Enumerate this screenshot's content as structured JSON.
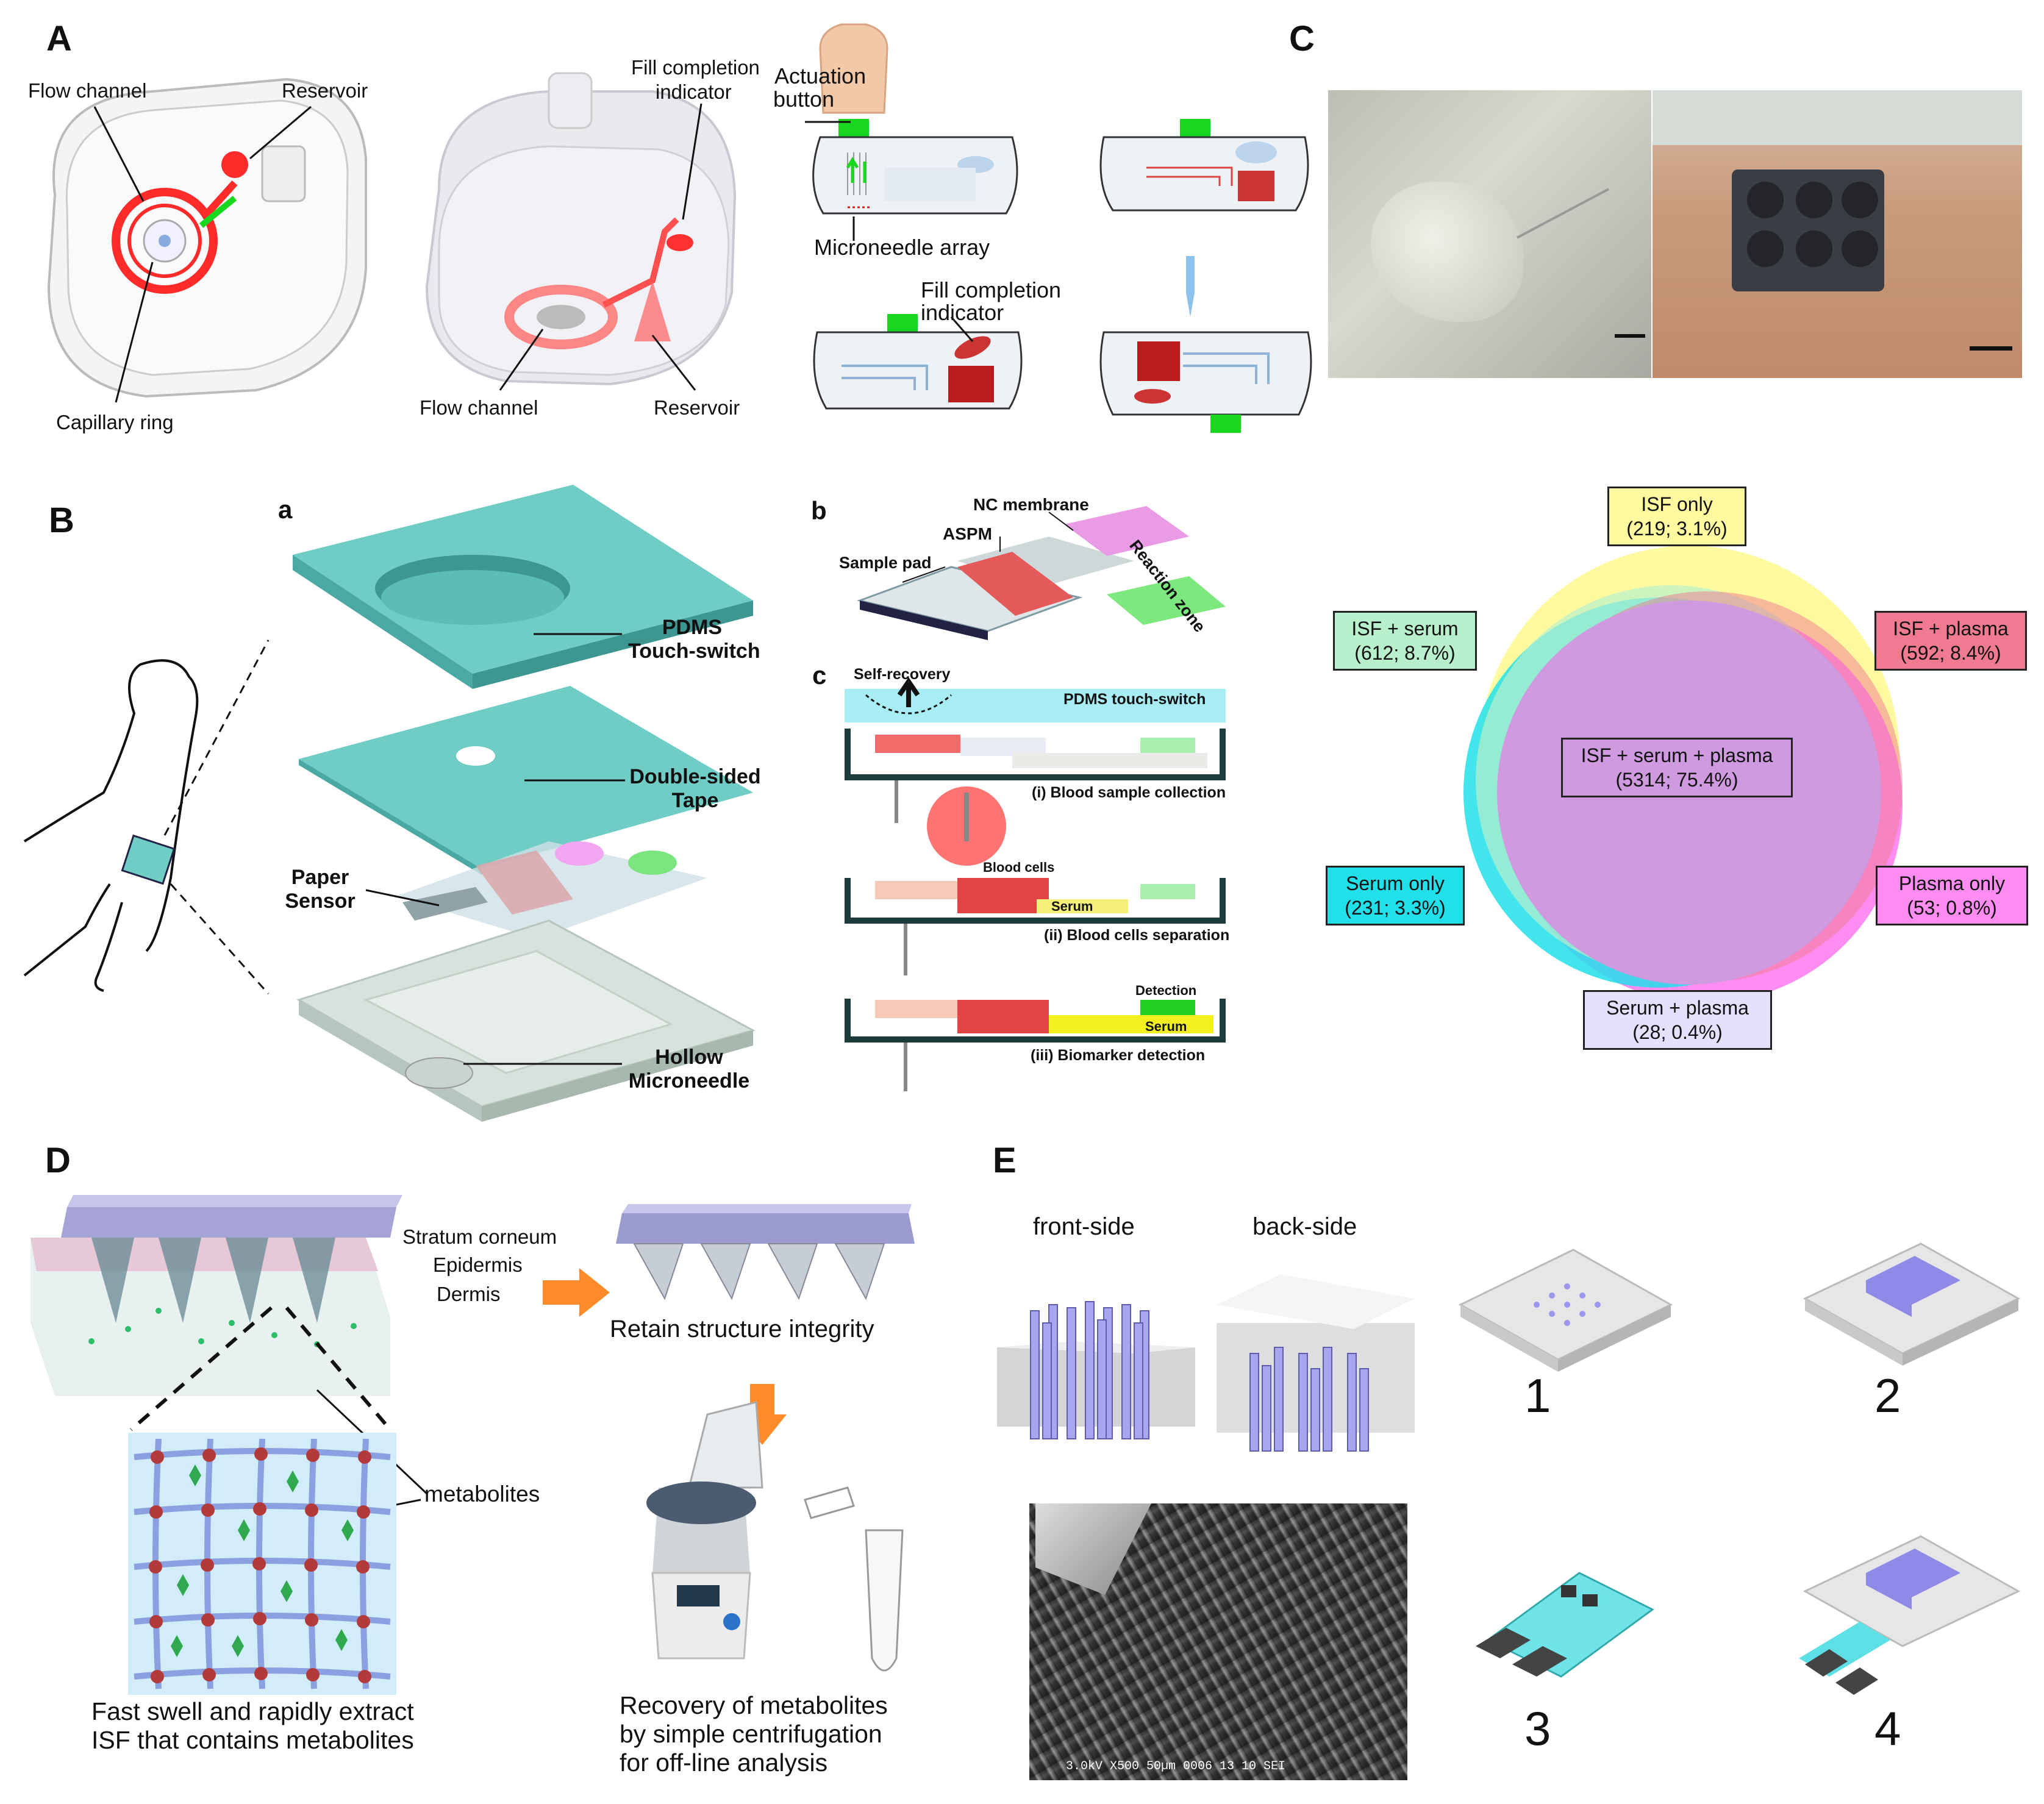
{
  "panels": {
    "A": {
      "label": "A",
      "flow_channel_1": "Flow channel",
      "reservoir_1": "Reservoir",
      "capillary_ring": "Capillary ring",
      "fill_completion_1a": "Fill completion",
      "fill_completion_1b": "indicator",
      "flow_channel_2": "Flow channel",
      "reservoir_2": "Reservoir",
      "actuation_a": "Actuation",
      "actuation_b": "button",
      "microneedle_array": "Microneedle array",
      "fill_completion_2a": "Fill completion",
      "fill_completion_2b": "indicator"
    },
    "B": {
      "label": "B",
      "sub_a": "a",
      "sub_b": "b",
      "sub_c": "c",
      "pdms_a": "PDMS",
      "pdms_b": "Touch-switch",
      "tape_a": "Double-sided",
      "tape_b": "Tape",
      "paper_a": "Paper",
      "paper_b": "Sensor",
      "hollow_a": "Hollow",
      "hollow_b": "Microneedle",
      "nc_membrane": "NC membrane",
      "aspm": "ASPM",
      "sample_pad": "Sample pad",
      "reaction_zone": "Reaction zone",
      "self_recovery": "Self-recovery",
      "pdms_touch": "PDMS touch-switch",
      "step1": "(i) Blood sample collection",
      "blood_cells": "Blood cells",
      "serum_1": "Serum",
      "step2": "(ii) Blood cells separation",
      "detection": "Detection",
      "serum_2": "Serum",
      "step3": "(iii) Biomarker detection"
    },
    "C": {
      "label": "C",
      "venn": [
        {
          "name": "ISF only",
          "value": "(219; 3.1%)",
          "color": "#fffaa0"
        },
        {
          "name": "ISF + serum",
          "value": "(612; 8.7%)",
          "color": "#b8f0cc"
        },
        {
          "name": "ISF + plasma",
          "value": "(592; 8.4%)",
          "color": "#f07a90"
        },
        {
          "name": "ISF + serum + plasma",
          "value": "(5314; 75.4%)",
          "color": "#cf9ae0"
        },
        {
          "name": "Serum only",
          "value": "(231; 3.3%)",
          "color": "#22e0ea"
        },
        {
          "name": "Plasma only",
          "value": "(53; 0.8%)",
          "color": "#ff8cf0"
        },
        {
          "name": "Serum + plasma",
          "value": "(28; 0.4%)",
          "color": "#e6e0ff"
        }
      ]
    },
    "D": {
      "label": "D",
      "stratum": "Stratum corneum",
      "epidermis": "Epidermis",
      "dermis": "Dermis",
      "retain": "Retain structure integrity",
      "metabolites": "metabolites",
      "swell_a": "Fast swell and rapidly extract",
      "swell_b": "ISF that contains metabolites",
      "recovery_a": "Recovery of metabolites",
      "recovery_b": "by simple centrifugation",
      "recovery_c": "for off-line analysis"
    },
    "E": {
      "label": "E",
      "front": "front-side",
      "back": "back-side",
      "n1": "1",
      "n2": "2",
      "n3": "3",
      "n4": "4",
      "sem_text": "3.0kV  X500  50µm  0006  13 10 SEI"
    }
  },
  "colors": {
    "teal_layer": "#6fcdc6",
    "red_channel": "#ff2a2a",
    "green_button": "#19d61e",
    "orange_arrow": "#ff8a2a",
    "lattice": "#8aa0e0",
    "pillar": "#a9a6f0"
  }
}
